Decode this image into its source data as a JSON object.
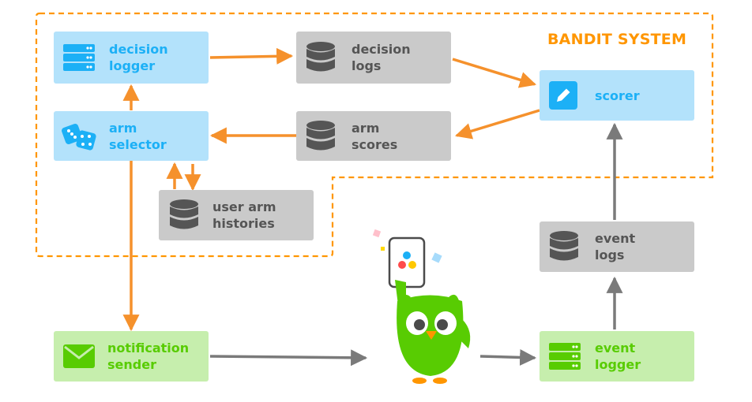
{
  "system_label": "BANDIT SYSTEM",
  "nodes": {
    "decision_logger": "decision\nlogger",
    "decision_logs": "decision\nlogs",
    "scorer": "scorer",
    "arm_selector": "arm\nselector",
    "arm_scores": "arm\nscores",
    "user_arm_histories": "user arm\nhistories",
    "event_logs": "event\nlogs",
    "notification_sender": "notification\nsender",
    "event_logger": "event\nlogger"
  },
  "colors": {
    "accent_orange": "#ff9600",
    "blue_box": "#b3e2fb",
    "blue_text": "#1cb0f6",
    "gray_box": "#cacaca",
    "gray_text": "#555555",
    "green_box": "#c6eead",
    "green_text": "#58cc02",
    "arrow_gray": "#7a7a7a"
  }
}
